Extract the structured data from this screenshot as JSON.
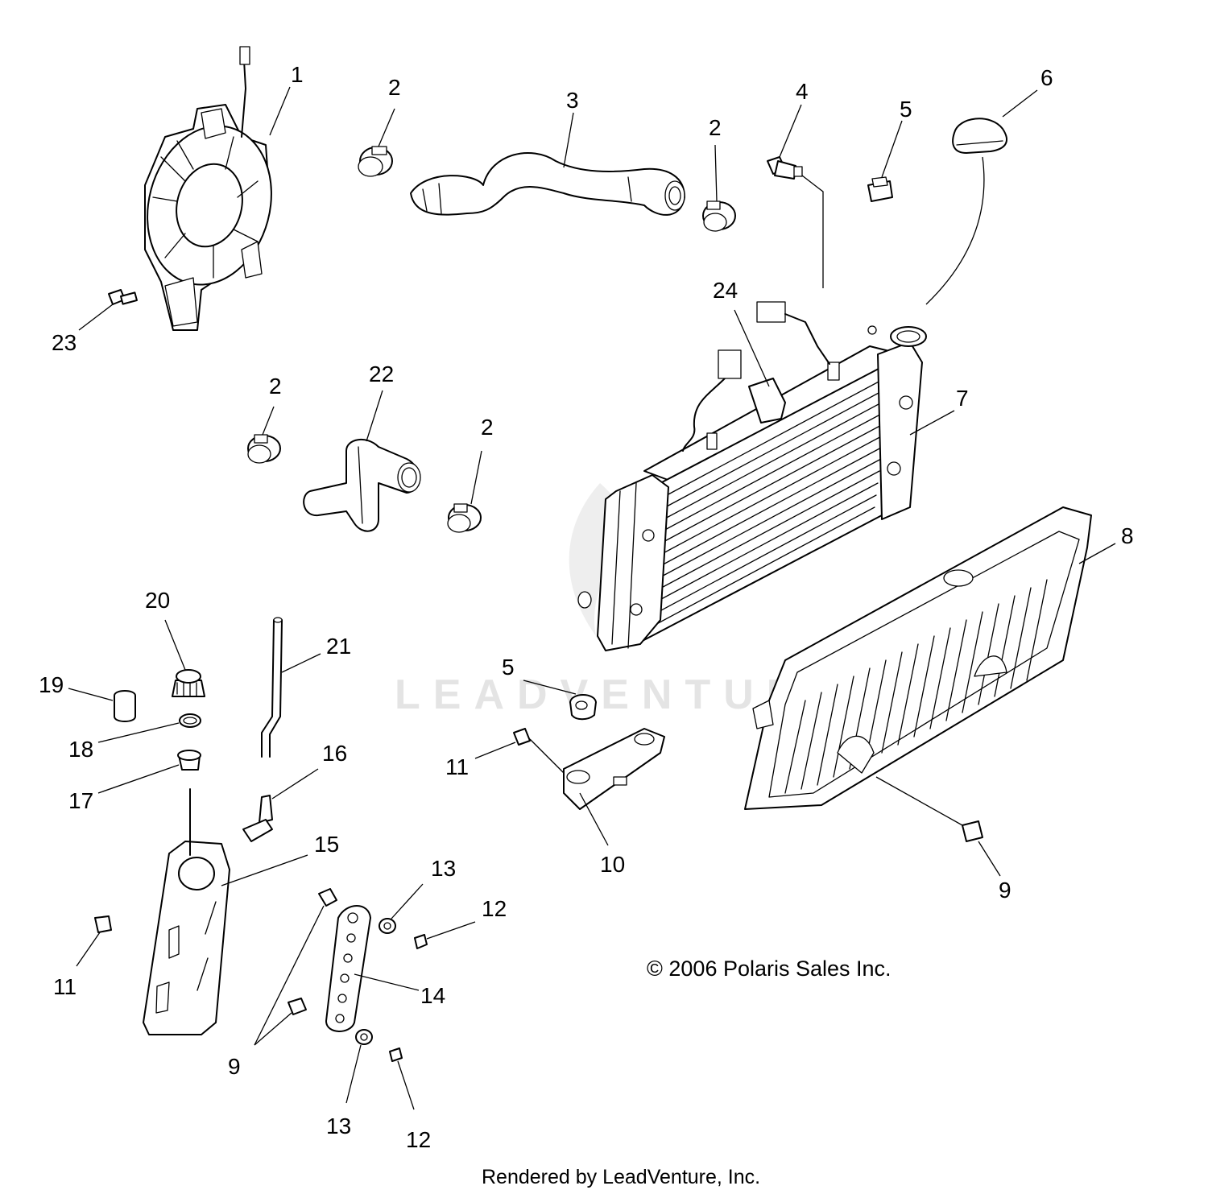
{
  "watermark": "LEADVENTURE",
  "copyright": "© 2006 Polaris Sales Inc.",
  "rendered_by": "Rendered by LeadVenture, Inc.",
  "callouts": {
    "fan_assembly": "1",
    "clamp_top_left": "2",
    "clamp_top_right": "2",
    "clamp_mid_left": "2",
    "clamp_mid_right": "2",
    "hose_upper": "3",
    "temp_sensor": "4",
    "grommet_top": "5",
    "grommet_mid": "5",
    "radiator_cap": "6",
    "radiator": "7",
    "radiator_screen": "8",
    "screw_screen": "9",
    "screw_bracket_pair": "9",
    "bracket": "10",
    "rivet_bracket": "11",
    "rivet_bottle": "11",
    "nut_upper": "12",
    "nut_lower": "12",
    "washer_upper": "13",
    "washer_lower": "13",
    "mount_strap": "14",
    "recovery_bottle": "15",
    "elbow_fitting": "16",
    "bottle_neck": "17",
    "o_ring": "18",
    "bottle_plug": "19",
    "bottle_cap": "20",
    "overflow_tube": "21",
    "hose_lower": "22",
    "fan_screw": "23",
    "fan_switch": "24"
  }
}
